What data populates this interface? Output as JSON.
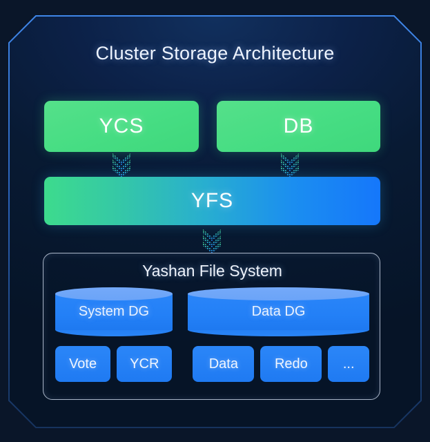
{
  "diagram": {
    "title": "Cluster Storage Architecture",
    "layers": {
      "top": [
        {
          "label": "YCS",
          "name": "ycs-box"
        },
        {
          "label": "DB",
          "name": "db-box"
        }
      ],
      "middle": {
        "label": "YFS",
        "name": "yfs-bar"
      },
      "panel": {
        "title": "Yashan File System",
        "disk_groups": [
          {
            "label": "System DG",
            "name": "system-dg-cylinder"
          },
          {
            "label": "Data DG",
            "name": "data-dg-cylinder"
          }
        ],
        "chips": [
          {
            "label": "Vote"
          },
          {
            "label": "YCR"
          },
          {
            "label": "Data"
          },
          {
            "label": "Redo"
          },
          {
            "label": "..."
          }
        ]
      }
    },
    "arrows": [
      {
        "name": "arrow-ycs-to-yfs",
        "from": "YCS",
        "to": "YFS"
      },
      {
        "name": "arrow-db-to-yfs",
        "from": "DB",
        "to": "YFS"
      },
      {
        "name": "arrow-yfs-to-yashan",
        "from": "YFS",
        "to": "Yashan File System"
      }
    ],
    "colors": {
      "background": "#0a1629",
      "frame_border": "#2f6fd0",
      "green": "#46dd83",
      "blue": "#2380f7",
      "gradient_start": "#3ddb8d",
      "gradient_end": "#1577fb",
      "panel_border": "#aab6c8",
      "text": "#eef4ff"
    }
  }
}
